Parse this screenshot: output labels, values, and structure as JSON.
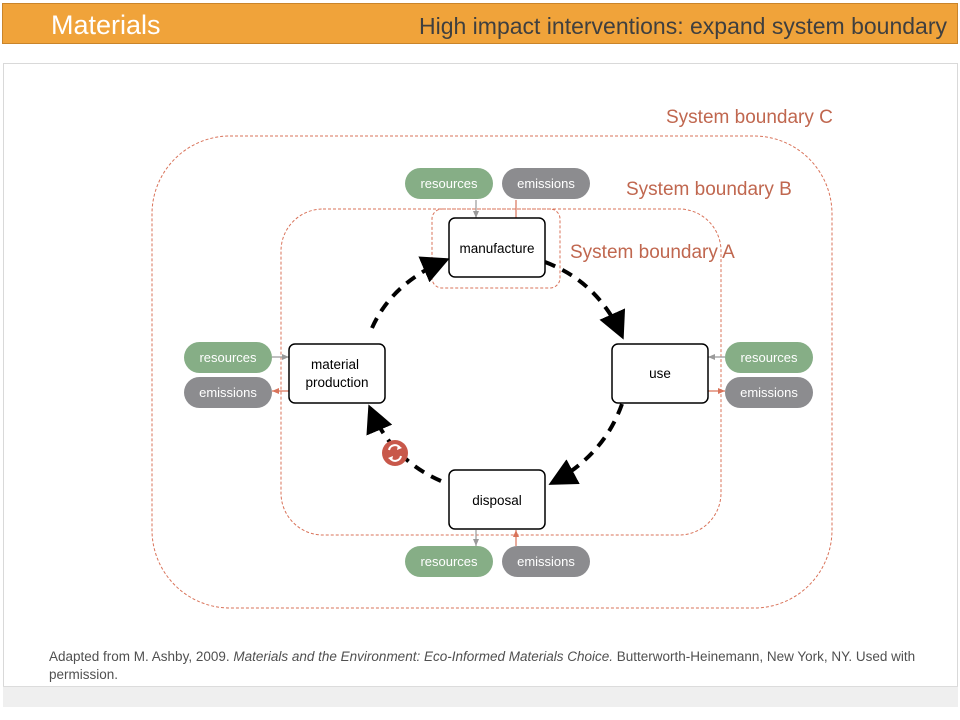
{
  "header": {
    "title": "Materials",
    "subtitle": "High impact interventions: expand system boundary"
  },
  "diagram": {
    "boundaries": {
      "a": "System boundary A",
      "b": "System boundary B",
      "c": "System boundary C"
    },
    "stages": {
      "manufacture": "manufacture",
      "material_production_line1": "material",
      "material_production_line2": "production",
      "use": "use",
      "disposal": "disposal"
    },
    "pills": {
      "resources": "resources",
      "emissions": "emissions"
    }
  },
  "citation": {
    "prefix": "Adapted from M. Ashby, 2009. ",
    "title": "Materials and the Environment: Eco-Informed Materials Choice.",
    "suffix": " Butterworth-Heinemann, New York, NY. Used with permission."
  },
  "colors": {
    "header": "#f0a33a",
    "boundary": "#d9735a",
    "boundary_label": "#c0674f",
    "resources_pill": "#86ae86",
    "emissions_pill": "#8c8c8f",
    "recycle_icon": "#c8584a"
  }
}
